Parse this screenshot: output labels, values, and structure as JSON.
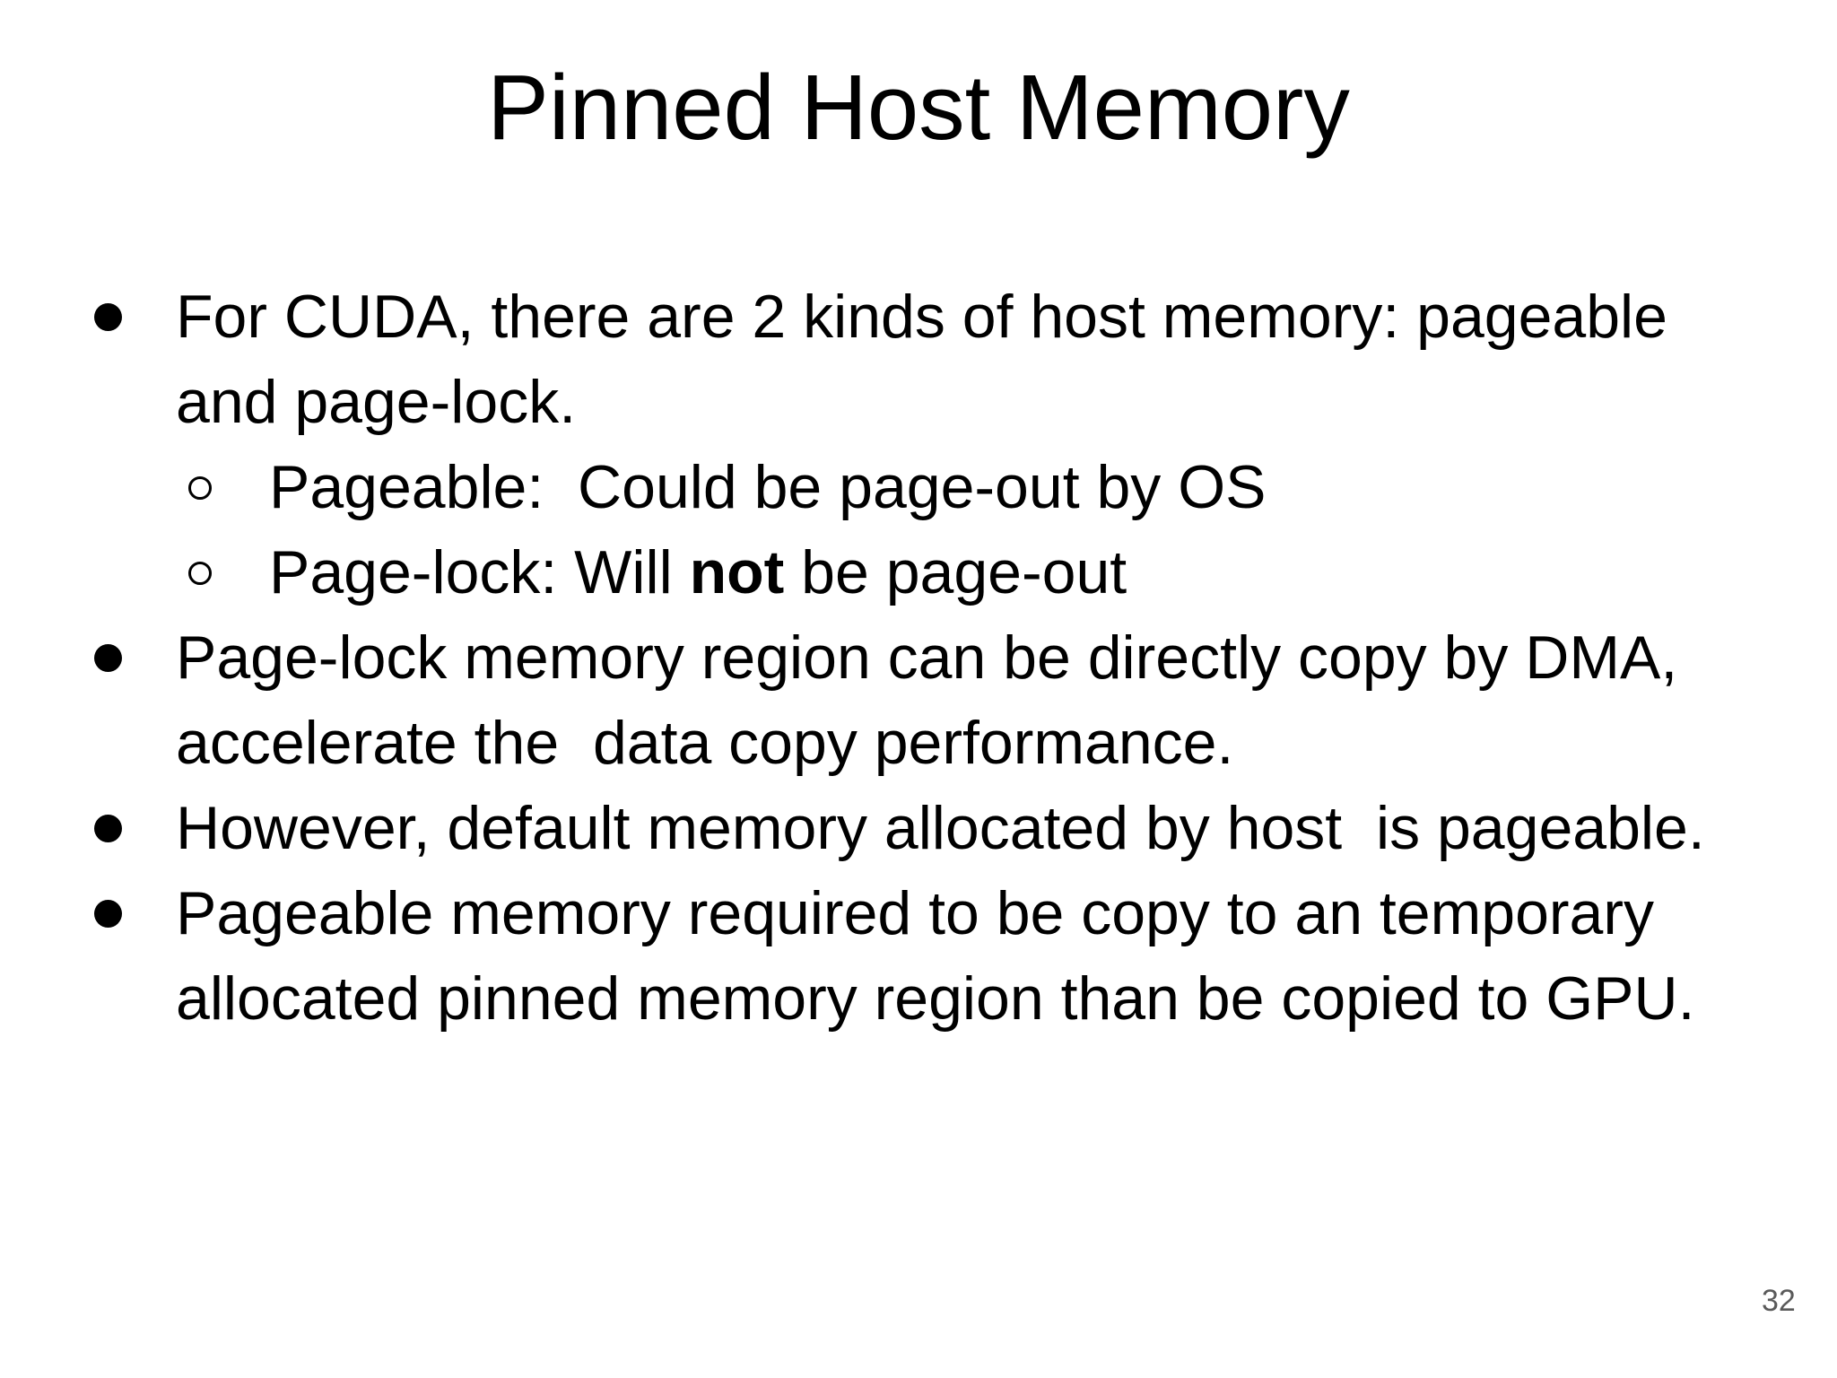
{
  "slide": {
    "title": "Pinned Host Memory",
    "page_number": "32",
    "colors": {
      "background": "#ffffff",
      "text": "#000000",
      "page_number": "#5a5a5a"
    },
    "bullet_styles": {
      "level1": "filled-circle",
      "level2": "hollow-circle"
    },
    "bullets": [
      {
        "level": 1,
        "lines": [
          [
            {
              "t": "For CUDA, there are 2 kinds of host memory: pageable"
            }
          ],
          [
            {
              "t": "and page-lock."
            }
          ]
        ]
      },
      {
        "level": 2,
        "lines": [
          [
            {
              "t": "Pageable:  Could be page-out by OS"
            }
          ]
        ]
      },
      {
        "level": 2,
        "lines": [
          [
            {
              "t": "Page-lock: Will "
            },
            {
              "t": "not",
              "b": true
            },
            {
              "t": " be page-out"
            }
          ]
        ]
      },
      {
        "level": 1,
        "lines": [
          [
            {
              "t": "Page-lock memory region can be directly copy by DMA,"
            }
          ],
          [
            {
              "t": "accelerate the  data copy performance."
            }
          ]
        ]
      },
      {
        "level": 1,
        "lines": [
          [
            {
              "t": "However, default memory allocated by host  is pageable."
            }
          ]
        ]
      },
      {
        "level": 1,
        "lines": [
          [
            {
              "t": "Pageable memory required to be copy to an temporary"
            }
          ],
          [
            {
              "t": "allocated pinned memory region than be copied to GPU."
            }
          ]
        ]
      }
    ]
  }
}
